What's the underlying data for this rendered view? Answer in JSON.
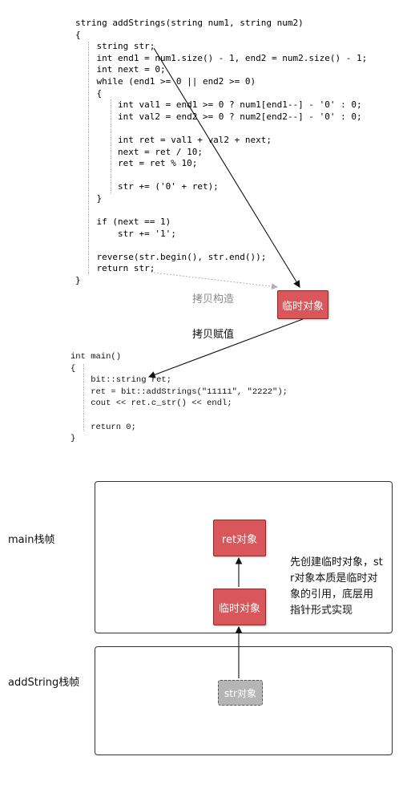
{
  "code_top": {
    "lines": [
      "string addStrings(string num1, string num2)",
      "{",
      "    string str;",
      "    int end1 = num1.size() - 1, end2 = num2.size() - 1;",
      "    int next = 0;",
      "    while (end1 >= 0 || end2 >= 0)",
      "    {",
      "        int val1 = end1 >= 0 ? num1[end1--] - '0' : 0;",
      "        int val2 = end2 >= 0 ? num2[end2--] - '0' : 0;",
      "",
      "        int ret = val1 + val2 + next;",
      "        next = ret / 10;",
      "        ret = ret % 10;",
      "",
      "        str += ('0' + ret);",
      "    }",
      "",
      "    if (next == 1)",
      "        str += '1';",
      "",
      "    reverse(str.begin(), str.end());",
      "    return str;",
      "}"
    ]
  },
  "code_main": {
    "lines": [
      "int main()",
      "{",
      "    bit::string ret;",
      "    ret = bit::addStrings(\"11111\", \"2222\");",
      "    cout << ret.c_str() << endl;",
      "",
      "    return 0;",
      "}"
    ]
  },
  "labels": {
    "copy_construct": "拷贝构造",
    "copy_assign": "拷贝赋值",
    "temp_object": "临时对象",
    "main_frame": "main栈帧",
    "addstring_frame": "addString栈帧",
    "ret_object": "ret对象",
    "temp_object_bottom": "临时对象",
    "str_object": "str对象",
    "note": "先创建临时对象，str对象本质是临时对象的引用，底层用指针形式实现"
  },
  "colors": {
    "box_red": "#d9575a",
    "box_gray": "#b5b5b5"
  }
}
